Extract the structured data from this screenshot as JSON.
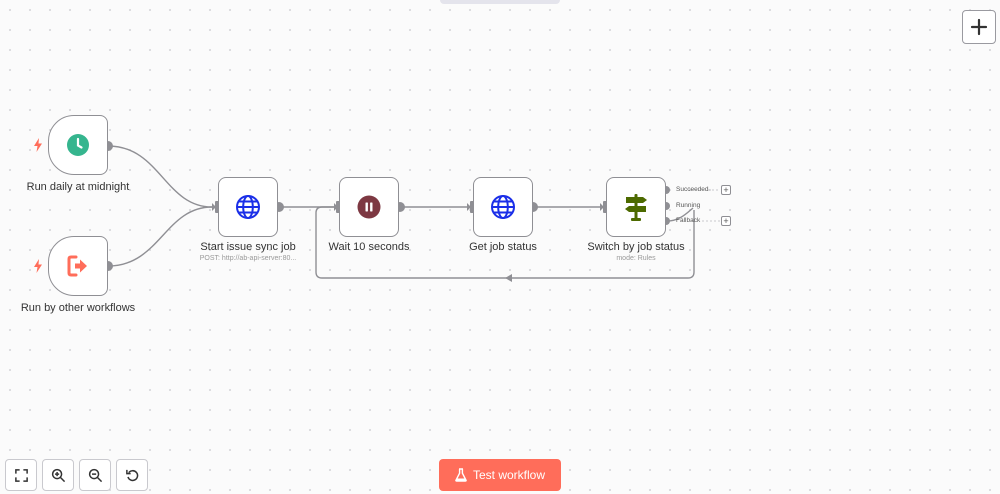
{
  "canvas": {
    "add_button_icon": "plus-icon"
  },
  "nodes": {
    "run_daily": {
      "label": "Run daily at midnight",
      "icon": "clock-icon",
      "color": "#35b58e"
    },
    "run_by_other": {
      "label": "Run by other workflows",
      "icon": "sign-out-icon",
      "color": "#ff6d5a"
    },
    "start_sync": {
      "label": "Start issue sync job",
      "subtitle": "POST: http://ab-api-server:80...",
      "icon": "globe-icon",
      "color": "#1a2ee8"
    },
    "wait": {
      "label": "Wait 10 seconds",
      "icon": "pause-icon",
      "color": "#7d3842"
    },
    "get_status": {
      "label": "Get job status",
      "icon": "globe-icon",
      "color": "#1a2ee8"
    },
    "switch": {
      "label": "Switch by job status",
      "subtitle": "mode: Rules",
      "icon": "signpost-icon",
      "color": "#4d6a00",
      "outputs": [
        "Succeeded",
        "Running",
        "Fallback"
      ]
    }
  },
  "controls": {
    "fit_view": "fit-view-icon",
    "zoom_in": "zoom-in-icon",
    "zoom_out": "zoom-out-icon",
    "reset": "undo-icon",
    "test_workflow_label": "Test workflow",
    "accent": "#ff6d5a"
  }
}
